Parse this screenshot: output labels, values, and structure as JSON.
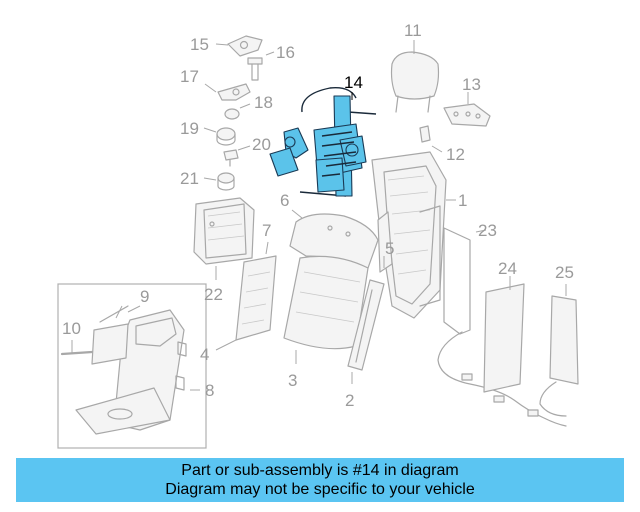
{
  "callouts": {
    "c1": "1",
    "c2": "2",
    "c3": "3",
    "c4": "4",
    "c5": "5",
    "c6": "6",
    "c7": "7",
    "c8": "8",
    "c9": "9",
    "c10": "10",
    "c11": "11",
    "c12": "12",
    "c13": "13",
    "c14": "14",
    "c15": "15",
    "c16": "16",
    "c17": "17",
    "c18": "18",
    "c19": "19",
    "c20": "20",
    "c21": "21",
    "c22": "22",
    "c23": "23",
    "c24": "24",
    "c25": "25"
  },
  "highlight": {
    "part_number": "14",
    "color": "#5bc3ea"
  },
  "banner": {
    "line1": "Part or sub-assembly is #14 in diagram",
    "line2": "Diagram may not be specific to your vehicle",
    "background": "#5bc5f2"
  }
}
